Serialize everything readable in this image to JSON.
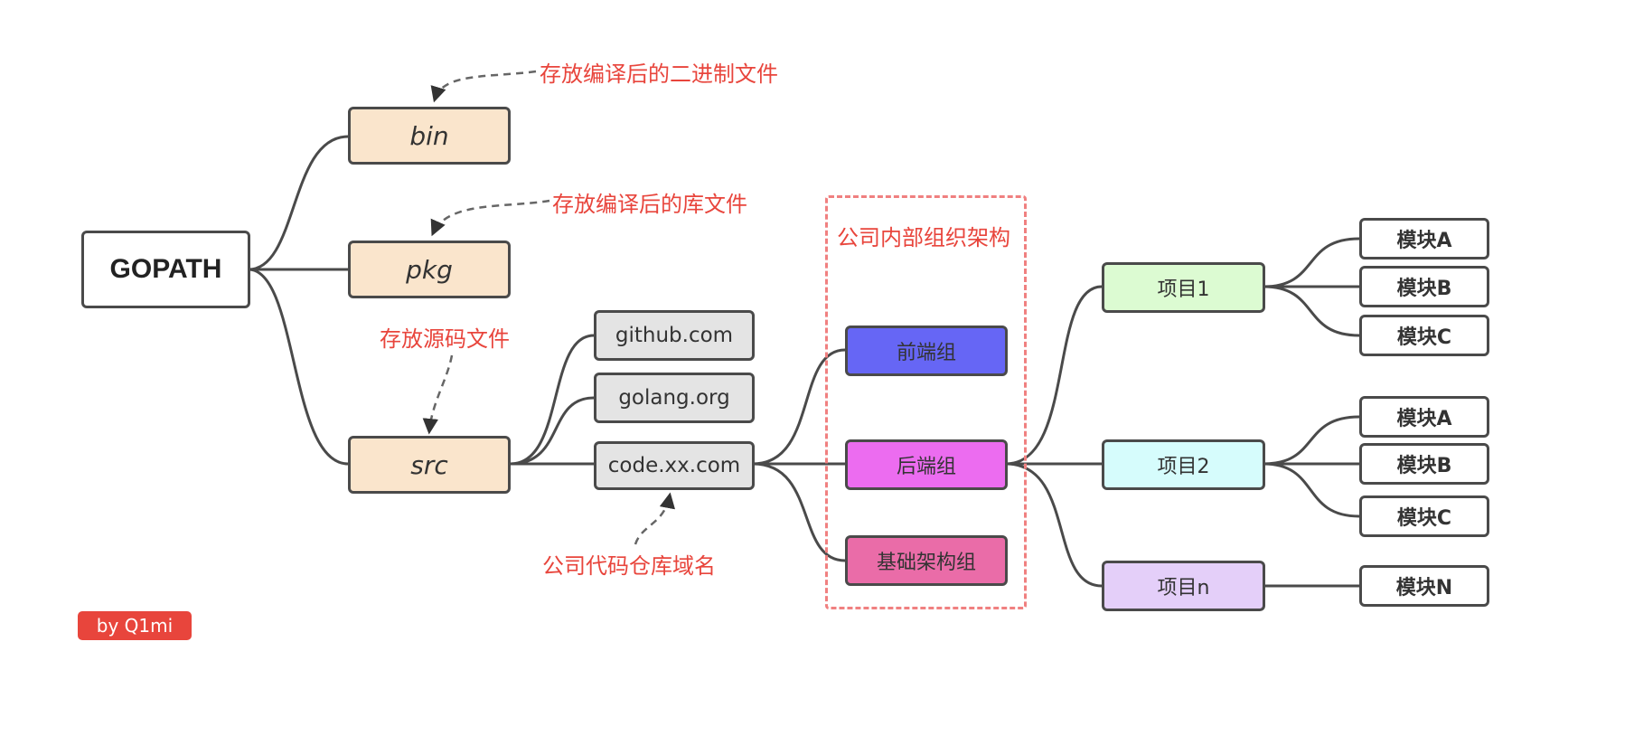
{
  "root": {
    "label": "GOPATH"
  },
  "dirs": {
    "bin": "bin",
    "pkg": "pkg",
    "src": "src"
  },
  "hosts": {
    "github": "github.com",
    "golang": "golang.org",
    "company": "code.xx.com"
  },
  "groups": {
    "frame_title": "公司内部组织架构",
    "frontend": "前端组",
    "backend": "后端组",
    "infra": "基础架构组"
  },
  "projects": {
    "p1": "项目1",
    "p2": "项目2",
    "pn": "项目n"
  },
  "modules": {
    "p1": [
      "模块A",
      "模块B",
      "模块C"
    ],
    "p2": [
      "模块A",
      "模块B",
      "模块C"
    ],
    "pn": [
      "模块N"
    ]
  },
  "notes": {
    "bin": "存放编译后的二进制文件",
    "pkg": "存放编译后的库文件",
    "src": "存放源码文件",
    "company": "公司代码仓库域名"
  },
  "credit": "by Q1mi",
  "colors": {
    "line": "#4a4a4a",
    "note_text": "#e8453c",
    "frame_border": "#f08080",
    "dir_fill": "#fae5cc",
    "host_fill": "#e4e4e4",
    "frontend_fill": "#6666f5",
    "backend_fill": "#ec6cf0",
    "infra_fill": "#ea6ca8",
    "p1_fill": "#dcfbd2",
    "p2_fill": "#d6fcfc",
    "pn_fill": "#e4cff9",
    "credit_fill": "#e8453c"
  }
}
